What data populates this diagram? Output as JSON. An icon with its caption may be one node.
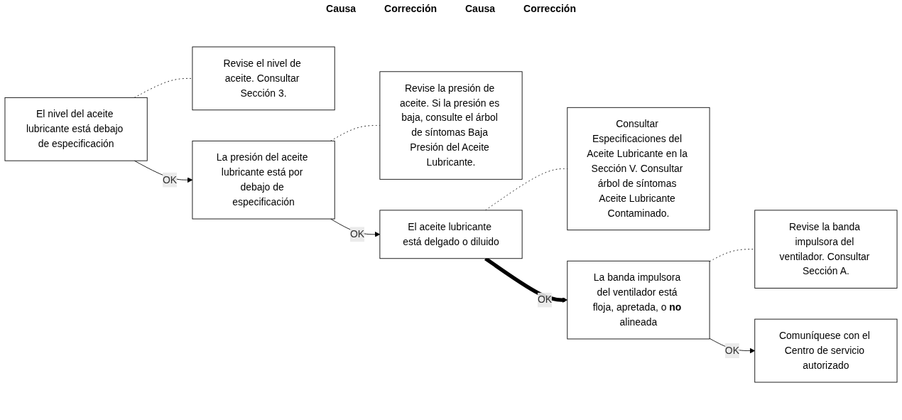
{
  "diagram": {
    "nodes": [
      {
        "text": [
          "El nivel del aceite lubricante está debajo de especificación"
        ]
      },
      {
        "text": [
          "Revise el nivel de aceite. Consultar Sección 3."
        ]
      },
      {
        "text": [
          "La presión del aceite lubricante está por debajo de especificación"
        ]
      },
      {
        "text": [
          "Revise la presión de aceite. Si la presión es baja, consulte el árbol de síntomas Baja Presión del Aceite Lubricante."
        ]
      },
      {
        "text": [
          "El aceite lubricante está delgado o diluido"
        ]
      },
      {
        "text": [
          "Consultar Especificaciones del Aceite Lubricante en la Sección V. Consultar árbol de síntomas Aceite Lubricante Contaminado."
        ]
      },
      {
        "text": [
          "La banda impulsora del ventilador está floja, apretada, o **no** alineada"
        ]
      },
      {
        "text": [
          "Revise la banda impulsora del ventilador. Consultar Sección A."
        ]
      },
      {
        "text": [
          "Comuníquese con el Centro de servicio autorizado"
        ]
      }
    ],
    "edges": [
      {
        "from": 0,
        "to": 1,
        "arrow": "none",
        "style": "dashed"
      },
      {
        "from": 0,
        "to": 2,
        "arrow": "to",
        "label": "OK"
      },
      {
        "from": 2,
        "to": 3,
        "arrow": "none",
        "style": "dashed"
      },
      {
        "from": 2,
        "to": 4,
        "arrow": "to",
        "label": "OK"
      },
      {
        "from": 4,
        "to": 5,
        "arrow": "none",
        "style": "dashed"
      },
      {
        "from": 4,
        "to": 6,
        "arrow": "to",
        "label": "OK",
        "style": "thick"
      },
      {
        "from": 6,
        "to": 7,
        "arrow": "none",
        "style": "dashed"
      },
      {
        "from": 6,
        "to": 8,
        "arrow": "to",
        "label": "OK"
      }
    ],
    "labels": [
      "Causa",
      "Corrección",
      "Causa",
      "Corrección"
    ]
  }
}
